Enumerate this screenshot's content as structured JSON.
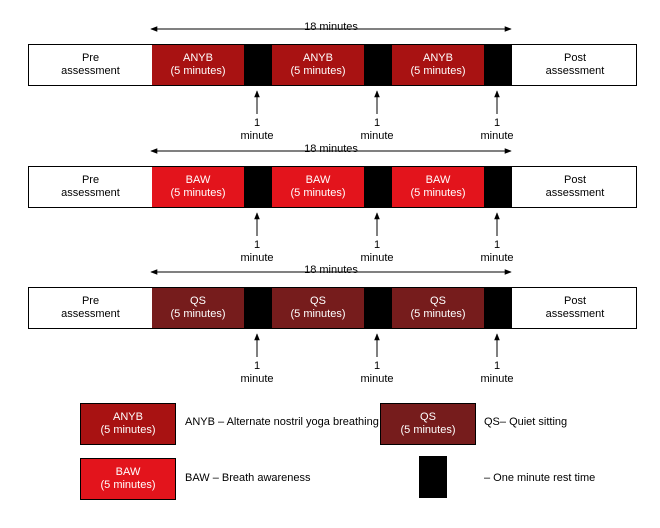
{
  "colors": {
    "anyb": "#a81212",
    "baw": "#e3141c",
    "qs": "#761c1c",
    "rest": "#000000"
  },
  "duration_label": "18 minutes",
  "pre_label": [
    "Pre",
    "assessment"
  ],
  "post_label": [
    "Post",
    "assessment"
  ],
  "rest_label": [
    "1",
    "minute"
  ],
  "rows": [
    {
      "code": "ANYB",
      "duration": "(5 minutes)",
      "color_key": "anyb"
    },
    {
      "code": "BAW",
      "duration": "(5 minutes)",
      "color_key": "baw"
    },
    {
      "code": "QS",
      "duration": "(5 minutes)",
      "color_key": "qs"
    }
  ],
  "legend": [
    {
      "code": "ANYB",
      "duration": "(5 minutes)",
      "color_key": "anyb",
      "text": "ANYB – Alternate nostril yoga breathing"
    },
    {
      "code": "QS",
      "duration": "(5 minutes)",
      "color_key": "qs",
      "text": "QS– Quiet sitting"
    },
    {
      "code": "BAW",
      "duration": "(5 minutes)",
      "color_key": "baw",
      "text": "BAW – Breath awareness"
    },
    {
      "code": "",
      "duration": "",
      "color_key": "rest",
      "text": "– One minute rest time"
    }
  ]
}
